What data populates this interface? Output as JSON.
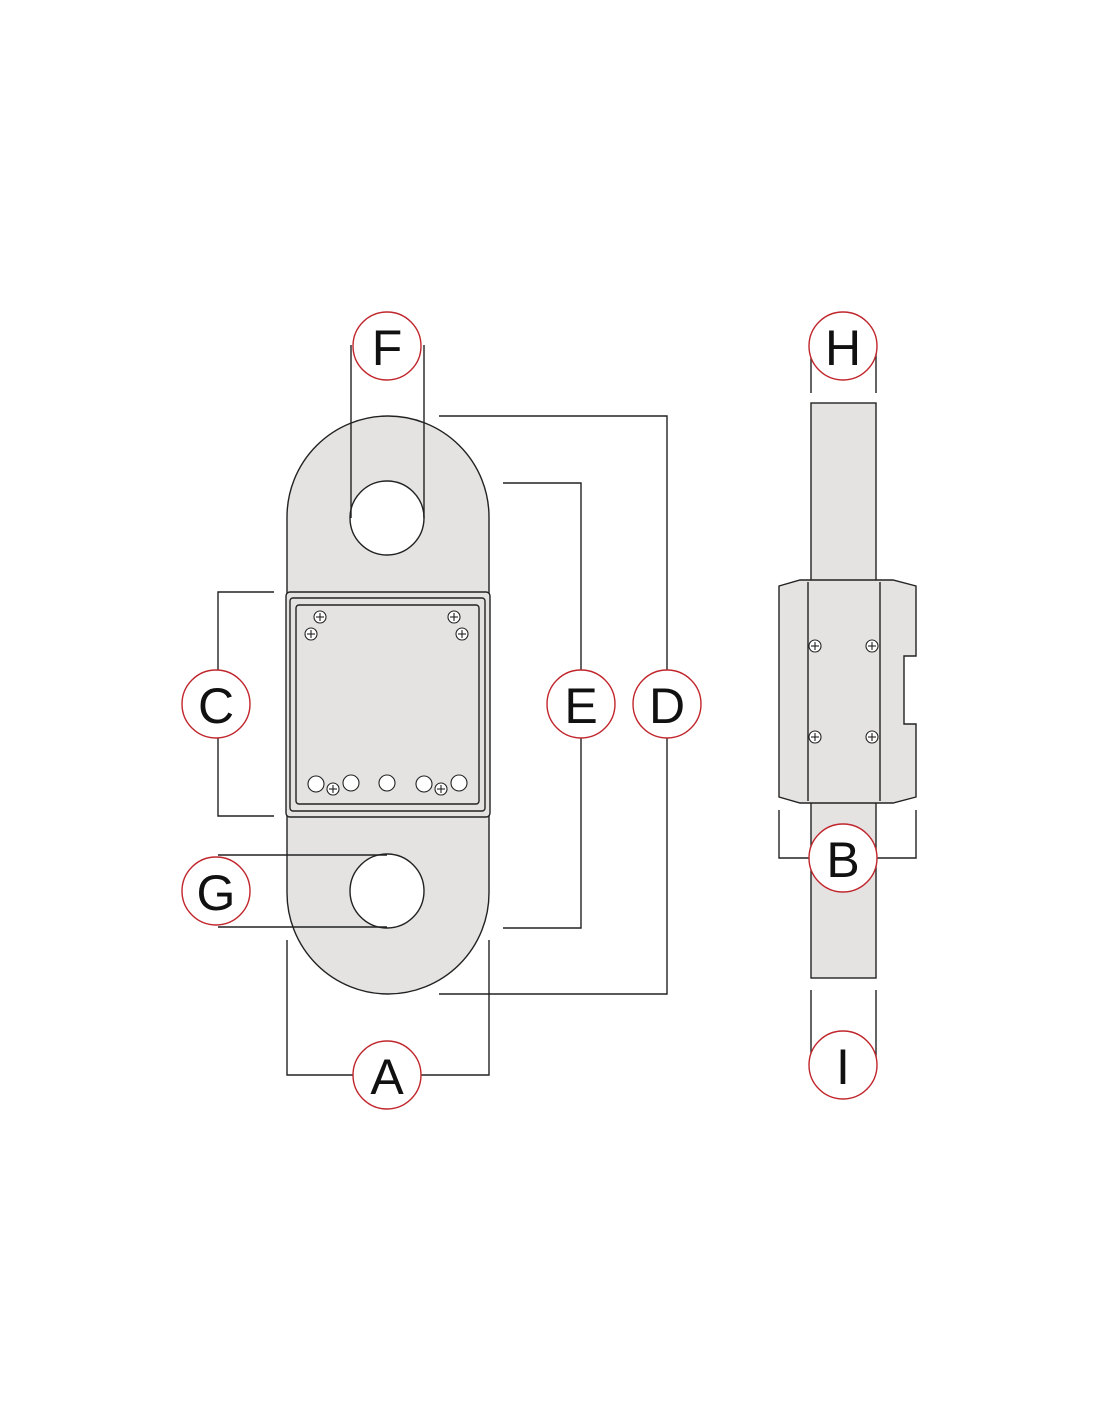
{
  "labels": {
    "A": "A",
    "B": "B",
    "C": "C",
    "D": "D",
    "E": "E",
    "F": "F",
    "G": "G",
    "H": "H",
    "I": "I"
  },
  "colors": {
    "body_fill": "#e4e3e1",
    "outline": "#222222",
    "badge_ring": "#c0262c",
    "background": "#ffffff"
  }
}
